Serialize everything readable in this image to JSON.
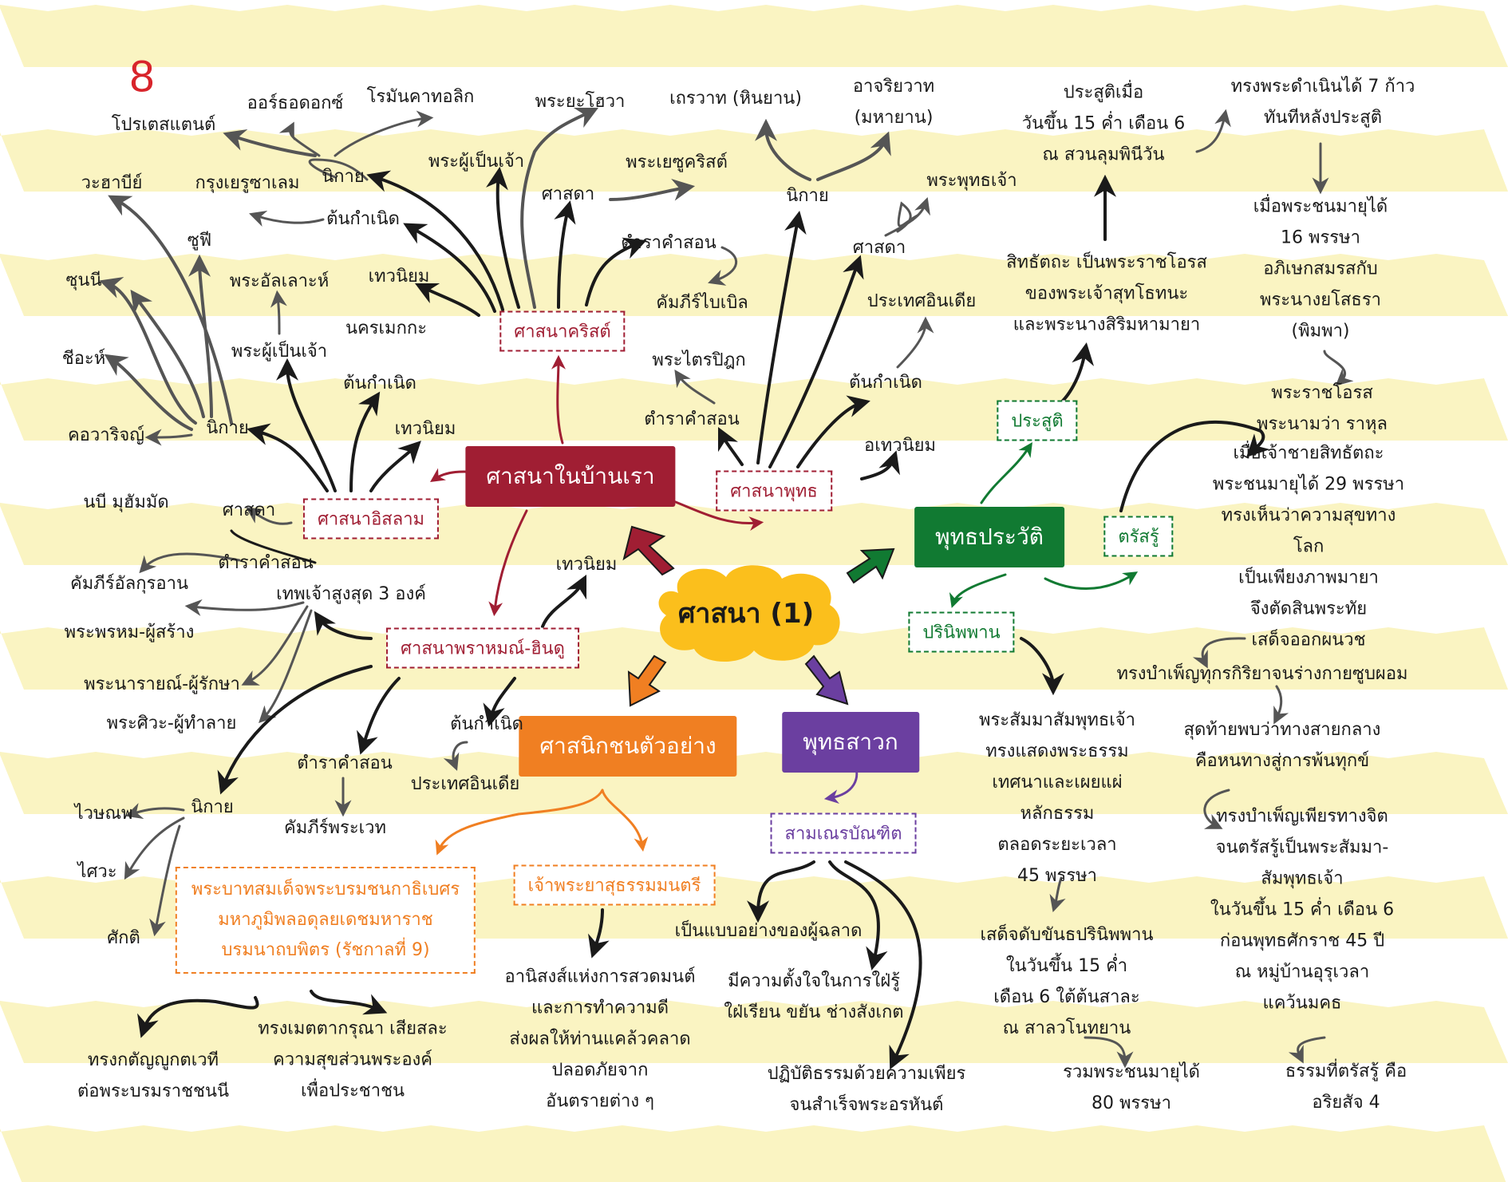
{
  "page_number": "8",
  "center": "ศาสนา (1)",
  "colors": {
    "stripe": "#faf4c2",
    "center_fill": "#fbbf1c",
    "islam": "#a01e33",
    "christ": "#a01e33",
    "buddhism": "#a01e33",
    "brahmin": "#a01e33",
    "home": "#a01e33",
    "biography": "#117a32",
    "exemplar": "#f07f22",
    "disciple": "#6b3fa0",
    "ink": "#1a1a1a"
  },
  "branches": {
    "home": "ศาสนาในบ้านเรา",
    "biography": "พุทธประวัติ",
    "exemplar": "ศาสนิกชนตัวอย่าง",
    "disciple": "พุทธสาวก"
  },
  "islam": {
    "title": "ศาสนาอิสลาม",
    "sect": "นิกาย",
    "sects": [
      "วะฮาบีย์",
      "ซูฟี",
      "ซุนนี",
      "ชีอะห์",
      "คอวาริจญ์"
    ],
    "prophet_label": "ศาสดา",
    "prophet": "นบี มุฮัมมัด",
    "text_label": "ตำราคำสอน",
    "text": "คัมภีร์อัลกุรอาน",
    "origin_label": "ต้นกำเนิด",
    "origin": "นครเมกกะ",
    "theism": "เทวนิยม",
    "god_label": "พระผู้เป็นเจ้า",
    "god": "พระอัลเลาะห์"
  },
  "christ": {
    "title": "ศาสนาคริสต์",
    "sect": "นิกาย",
    "sects": [
      "โปรเตสแตนต์",
      "ออร์ธอดอกซ์",
      "โรมันคาทอลิก"
    ],
    "origin_label": "ต้นกำเนิด",
    "origin": "กรุงเยรูซาเลม",
    "theism": "เทวนิยม",
    "god_label": "พระผู้เป็นเจ้า",
    "god": "พระยะโฮวา",
    "prophet_label": "ศาสดา",
    "prophet": "พระเยซูคริสต์",
    "text_label": "ตำราคำสอน",
    "text": "คัมภีร์ไบเบิล"
  },
  "buddhism": {
    "title": "ศาสนาพุทธ",
    "sect": "นิกาย",
    "sects": [
      "เถรวาท (หินยาน)",
      "อาจริยวาท\n(มหายาน)"
    ],
    "prophet_label": "ศาสดา",
    "prophet": "พระพุทธเจ้า",
    "origin_label": "ต้นกำเนิด",
    "origin": "ประเทศอินเดีย",
    "text_label": "ตำราคำสอน",
    "text": "พระไตรปิฎก",
    "theism": "อเทวนิยม"
  },
  "brahmin": {
    "title": "ศาสนาพราหมณ์-ฮินดู",
    "theism": "เทวนิยม",
    "gods_label": "เทพเจ้าสูงสุด 3 องค์",
    "gods": [
      "พระพรหม-ผู้สร้าง",
      "พระนารายณ์-ผู้รักษา",
      "พระศิวะ-ผู้ทำลาย"
    ],
    "origin_label": "ต้นกำเนิด",
    "origin": "ประเทศอินเดีย",
    "text_label": "ตำราคำสอน",
    "text": "คัมภีร์พระเวท",
    "sect": "นิกาย",
    "sects": [
      "ไวษณพ",
      "ไศวะ",
      "ศักติ"
    ]
  },
  "biography": {
    "birth": "ประสูติ",
    "birth_parents": "สิทธัตถะ เป็นพระราชโอรส\nของพระเจ้าสุทโธทนะ\nและพระนางสิริมหามายา",
    "birth_date": "ประสูติเมื่อ\nวันขึ้น 15 ค่ำ เดือน 6\nณ สวนลุมพินีวัน",
    "seven_steps": "ทรงพระดำเนินได้ 7 ก้าว\nทันทีหลังประสูติ",
    "marriage": "เมื่อพระชนมายุได้\n16 พรรษา\nอภิเษกสมรสกับ\nพระนางยโสธรา\n(พิมพา)",
    "son": "พระราชโอรส\nพระนามว่า ราหุล",
    "enlight": "ตรัสรู้",
    "renounce": "เมื่อเจ้าชายสิทธัตถะ\nพระชนมายุได้ 29 พรรษา\nทรงเห็นว่าความสุขทางโลก\nเป็นเพียงภาพมายา\nจึงตัดสินพระทัย\nเสด็จออกผนวช",
    "ascetic": "ทรงบำเพ็ญทุกรกิริยาจนร่างกายซูบผอม",
    "middle": "สุดท้ายพบว่าทางสายกลาง\nคือหนทางสู่การพ้นทุกข์",
    "meditate": "ทรงบำเพ็ญเพียรทางจิต\nจนตรัสรู้เป็นพระสัมมา-\nสัมพุทธเจ้า\nในวันขึ้น 15 ค่ำ เดือน 6\nก่อนพุทธศักราช 45 ปี\nณ หมู่บ้านอุรุเวลา\nแคว้นมคธ",
    "dharma": "ธรรมที่ตรัสรู้ คือ\nอริยสัจ 4",
    "nirvana": "ปรินิพพาน",
    "teach": "พระสัมมาสัมพุทธเจ้า\nทรงแสดงพระธรรม\nเทศนาและเผยแผ่\nหลักธรรม\nตลอดระยะเวลา\n45 พรรษา",
    "death": "เสด็จดับขันธปรินิพพาน\nในวันขึ้น 15 ค่ำ\nเดือน 6 ใต้ต้นสาละ\nณ สาลวโนทยาน",
    "age": "รวมพระชนมายุได้\n80 พรรษา"
  },
  "exemplar": {
    "king": "พระบาทสมเด็จพระบรมชนกาธิเบศร\nมหาภูมิพลอดุลยเดชมหาราช\nบรมนาถบพิตร (รัชกาลที่ 9)",
    "king_1": "ทรงกตัญญูกตเวที\nต่อพระบรมราชชนนี",
    "king_2": "ทรงเมตตากรุณา เสียสละ\nความสุขส่วนพระองค์\nเพื่อประชาชน",
    "noble": "เจ้าพระยาสุธรรมมนตรี",
    "noble_1": "อานิสงส์แห่งการสวดมนต์\nและการทำความดี\nส่งผลให้ท่านแคล้วคลาด\nปลอดภัยจาก\nอันตรายต่าง ๆ"
  },
  "disciple": {
    "novice": "สามเณรบัณฑิต",
    "trait_1": "เป็นแบบอย่างของผู้ฉลาด",
    "trait_2": "มีความตั้งใจในการใฝ่รู้\nใฝ่เรียน ขยัน ช่างสังเกต",
    "trait_3": "ปฏิบัติธรรมด้วยความเพียร\nจนสำเร็จพระอรหันต์"
  }
}
